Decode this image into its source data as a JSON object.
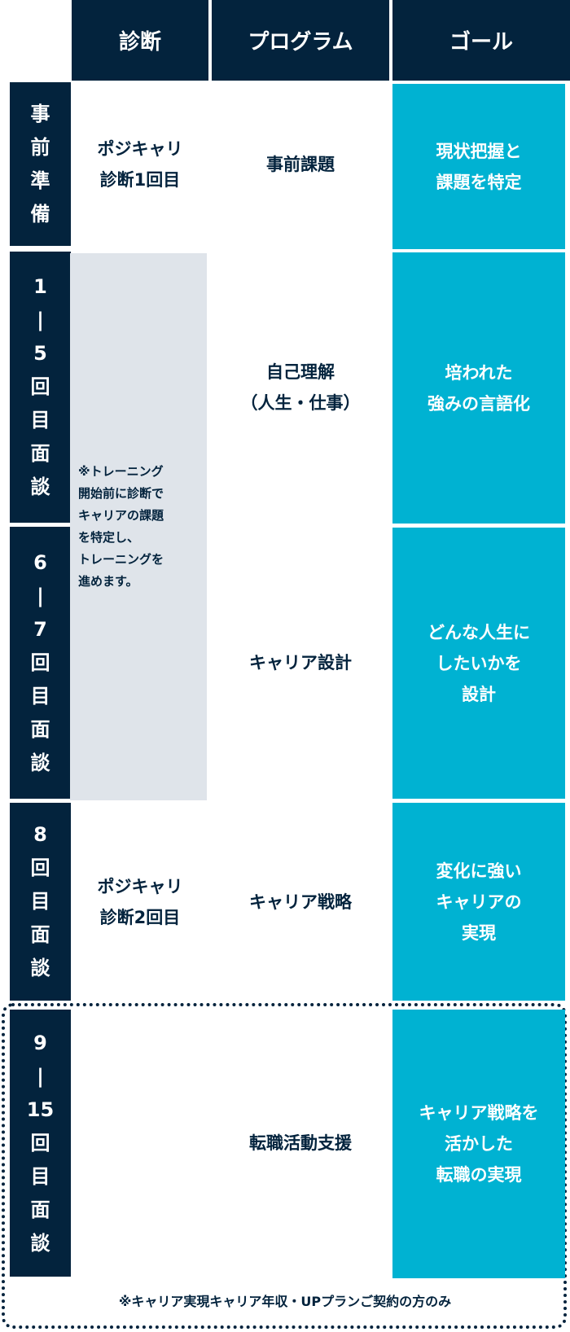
{
  "header": {
    "diagnosis": "診断",
    "program": "プログラム",
    "goal": "ゴール"
  },
  "rows": [
    {
      "label": "事\n前\n準\n備",
      "diagnosis": "ポジキャリ\n診断1回目",
      "program": "事前課題",
      "goal": "現状把握と\n課題を特定"
    },
    {
      "label": "1\n|\n5\n回\n目\n面\n談",
      "program": "自己理解\n（人生・仕事）",
      "goal": "培われた\n強みの言語化"
    },
    {
      "label": "6\n|\n7\n回\n目\n面\n談",
      "program": "キャリア設計",
      "goal": "どんな人生に\nしたいかを\n設計"
    },
    {
      "label": "8\n回\n目\n面\n談",
      "diagnosis": "ポジキャリ\n診断2回目",
      "program": "キャリア戦略",
      "goal": "変化に強い\nキャリアの\n実現"
    },
    {
      "label": "9\n|\n15\n回\n目\n面\n談",
      "program": "転職活動支援",
      "goal": "キャリア戦略を\n活かした\n転職の実現"
    }
  ],
  "diagnosis_note": "※トレーニング\n開始前に診断で\nキャリアの課題\nを特定し、\nトレーニングを\n進めます。",
  "footnote": "※キャリア実現キャリア年収・UPプランご契約の方のみ",
  "colors": {
    "navy": "#03233d",
    "cyan": "#00b2d2",
    "gray": "#dfe4ea"
  }
}
